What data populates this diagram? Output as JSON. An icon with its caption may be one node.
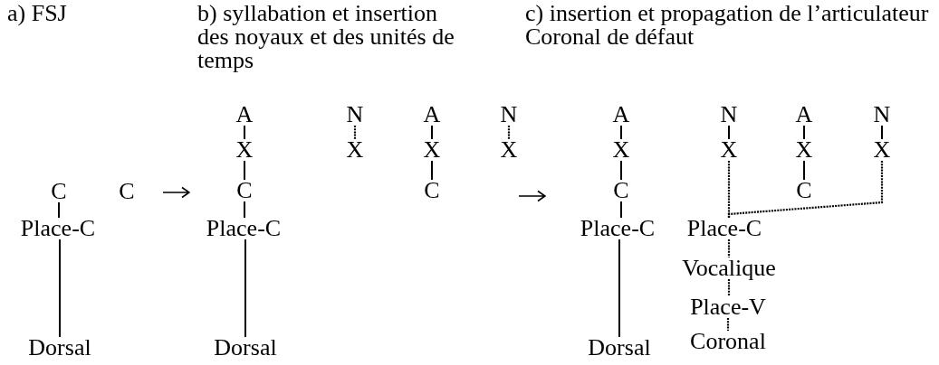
{
  "diagram": {
    "nodes": [
      {
        "text": [
          "C"
        ]
      },
      {
        "text": [
          "C"
        ]
      },
      {
        "text": [
          "Place-C"
        ]
      },
      {
        "text": [
          "Dorsal"
        ]
      },
      {
        "text": [
          "A"
        ]
      },
      {
        "text": [
          "X"
        ]
      },
      {
        "text": [
          "C"
        ]
      },
      {
        "text": [
          "Place-C"
        ]
      },
      {
        "text": [
          "Dorsal"
        ]
      },
      {
        "text": [
          "N"
        ]
      },
      {
        "text": [
          "X"
        ]
      },
      {
        "text": [
          "A"
        ]
      },
      {
        "text": [
          "X"
        ]
      },
      {
        "text": [
          "C"
        ]
      },
      {
        "text": [
          "N"
        ]
      },
      {
        "text": [
          "X"
        ]
      },
      {
        "text": [
          "A"
        ]
      },
      {
        "text": [
          "X"
        ]
      },
      {
        "text": [
          "C"
        ]
      },
      {
        "text": [
          "Place-C"
        ]
      },
      {
        "text": [
          "Dorsal"
        ]
      },
      {
        "text": [
          "N"
        ]
      },
      {
        "text": [
          "X"
        ]
      },
      {
        "text": [
          "A"
        ]
      },
      {
        "text": [
          "X"
        ]
      },
      {
        "text": [
          "C"
        ]
      },
      {
        "text": [
          "N"
        ]
      },
      {
        "text": [
          "X"
        ]
      },
      {
        "text": [
          "Place-C"
        ]
      },
      {
        "text": [
          "Vocalique"
        ]
      },
      {
        "text": [
          "Place-V"
        ]
      },
      {
        "text": [
          "Coronal"
        ]
      }
    ],
    "edges": [
      {
        "from": 0,
        "to": 2,
        "arrow": "none"
      },
      {
        "from": 2,
        "to": 3,
        "arrow": "none"
      },
      {
        "from": 4,
        "to": 5,
        "arrow": "none"
      },
      {
        "from": 5,
        "to": 6,
        "arrow": "none"
      },
      {
        "from": 6,
        "to": 7,
        "arrow": "none"
      },
      {
        "from": 7,
        "to": 8,
        "arrow": "none"
      },
      {
        "from": 9,
        "to": 10,
        "arrow": "none",
        "style": "dashed"
      },
      {
        "from": 11,
        "to": 12,
        "arrow": "none"
      },
      {
        "from": 12,
        "to": 13,
        "arrow": "none"
      },
      {
        "from": 14,
        "to": 15,
        "arrow": "none",
        "style": "dashed"
      },
      {
        "from": 16,
        "to": 17,
        "arrow": "none"
      },
      {
        "from": 17,
        "to": 18,
        "arrow": "none"
      },
      {
        "from": 18,
        "to": 19,
        "arrow": "none"
      },
      {
        "from": 19,
        "to": 20,
        "arrow": "none"
      },
      {
        "from": 21,
        "to": 22,
        "arrow": "none"
      },
      {
        "from": 23,
        "to": 24,
        "arrow": "none"
      },
      {
        "from": 24,
        "to": 25,
        "arrow": "none"
      },
      {
        "from": 26,
        "to": 27,
        "arrow": "none"
      },
      {
        "from": 22,
        "to": 28,
        "arrow": "none",
        "style": "dashed"
      },
      {
        "from": 27,
        "to": 28,
        "arrow": "none",
        "style": "dashed"
      },
      {
        "from": 28,
        "to": 29,
        "arrow": "none",
        "style": "dashed"
      },
      {
        "from": 29,
        "to": 30,
        "arrow": "none",
        "style": "dashed"
      },
      {
        "from": 30,
        "to": 31,
        "arrow": "none",
        "style": "dashed"
      }
    ],
    "labels": [
      "a) FSJ",
      "b) syllabation et insertion des noyaux et des unités de temps",
      "c) insertion et propagation de l’articulateur Coronal de défaut"
    ]
  }
}
